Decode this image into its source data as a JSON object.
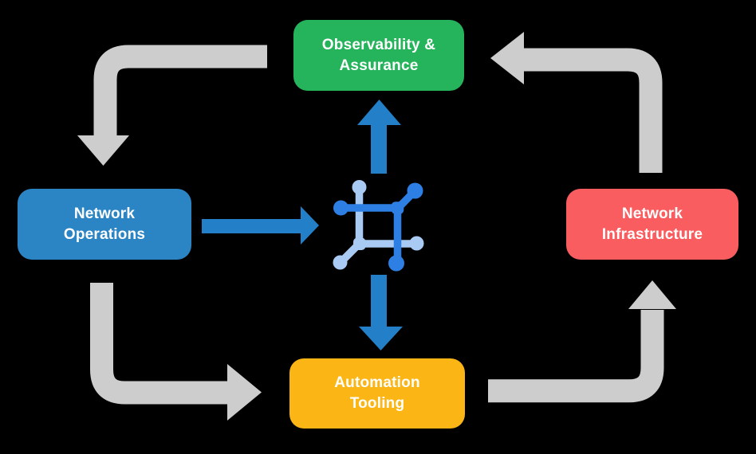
{
  "title": "Network automation lifecycle diagram",
  "colors": {
    "background": "#000000",
    "gray_arrow": "#CDCDCD",
    "blue_arrow": "#2380C8",
    "icon_dark_blue": "#2E7FE4",
    "icon_light_blue": "#A9CAF3",
    "text": "#FFFFFF",
    "node_green": "#25B45B",
    "node_blue": "#2B85C4",
    "node_red": "#F95D5F",
    "node_yellow": "#FBB615"
  },
  "nodes": {
    "observability": {
      "lines": [
        "Observability &",
        "Assurance"
      ],
      "color": "#25B45B"
    },
    "operations": {
      "lines": [
        "Network",
        "Operations"
      ],
      "color": "#2B85C4"
    },
    "infrastructure": {
      "lines": [
        "Network",
        "Infrastructure"
      ],
      "color": "#F95D5F"
    },
    "automation": {
      "lines": [
        "Automation",
        "Tooling"
      ],
      "color": "#FBB615"
    }
  },
  "center_icon": {
    "name": "network-automation-icon"
  },
  "arrows": {
    "gray_cycle": [
      {
        "from": "observability",
        "to": "operations",
        "corner": "top-left",
        "direction": "down"
      },
      {
        "from": "operations",
        "to": "automation",
        "corner": "bottom-left",
        "direction": "right"
      },
      {
        "from": "automation",
        "to": "infrastructure",
        "corner": "bottom-right",
        "direction": "up"
      },
      {
        "from": "infrastructure",
        "to": "observability",
        "corner": "top-right",
        "direction": "left"
      }
    ],
    "blue_center": [
      {
        "from": "operations",
        "to": "center-icon",
        "direction": "right"
      },
      {
        "from": "center-icon",
        "to": "observability",
        "direction": "up"
      },
      {
        "from": "center-icon",
        "to": "automation",
        "direction": "down"
      }
    ]
  }
}
